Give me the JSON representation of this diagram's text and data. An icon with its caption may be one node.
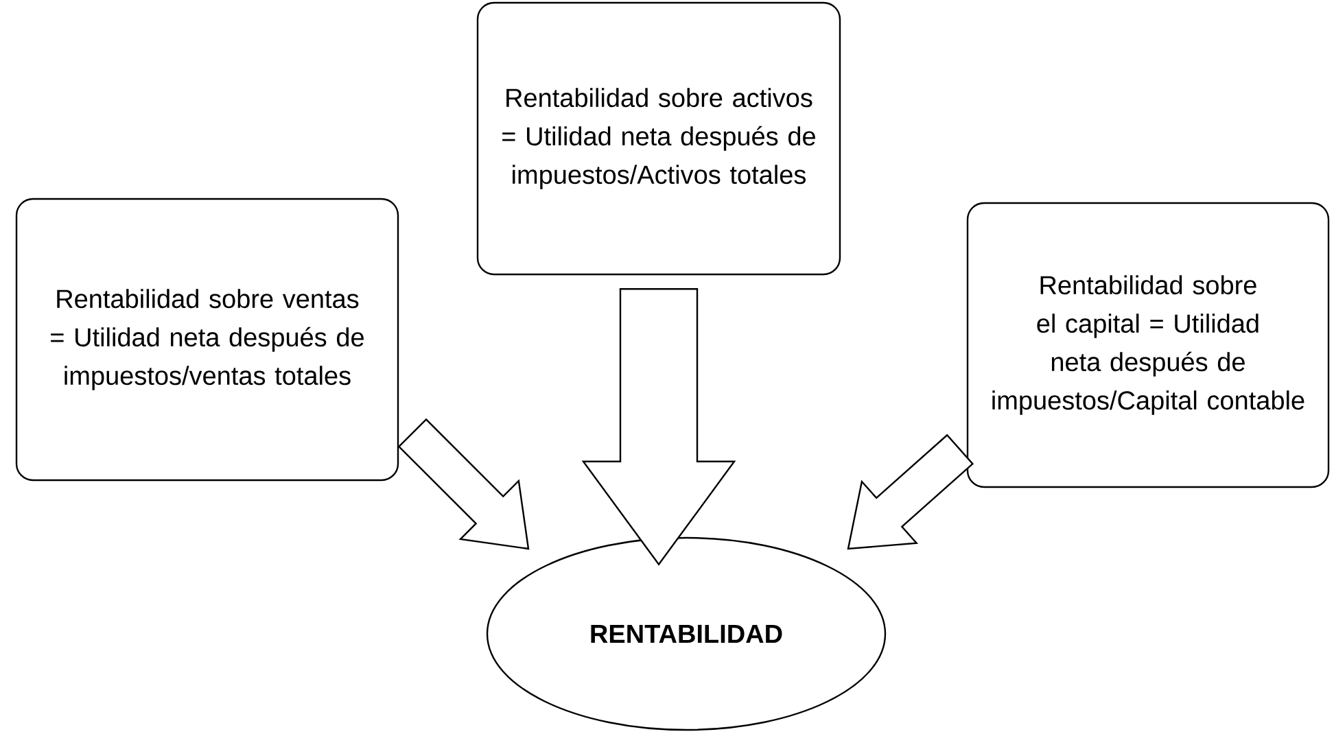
{
  "diagram": {
    "nodes": [
      {
        "text": [
          "Rentabilidad sobre ventas = Utilidad neta después de impuestos/ventas totales"
        ]
      },
      {
        "text": [
          "Rentabilidad sobre activos = Utilidad neta después de impuestos/Activos totales"
        ]
      },
      {
        "text": [
          "Rentabilidad sobre el capital = Utilidad neta después de impuestos/Capital contable"
        ]
      },
      {
        "text": [
          "RENTABILIDAD"
        ]
      }
    ],
    "edges": [
      {
        "from": 0,
        "to": 3,
        "arrow": "to"
      },
      {
        "from": 1,
        "to": 3,
        "arrow": "to"
      },
      {
        "from": 2,
        "to": 3,
        "arrow": "to"
      }
    ]
  }
}
